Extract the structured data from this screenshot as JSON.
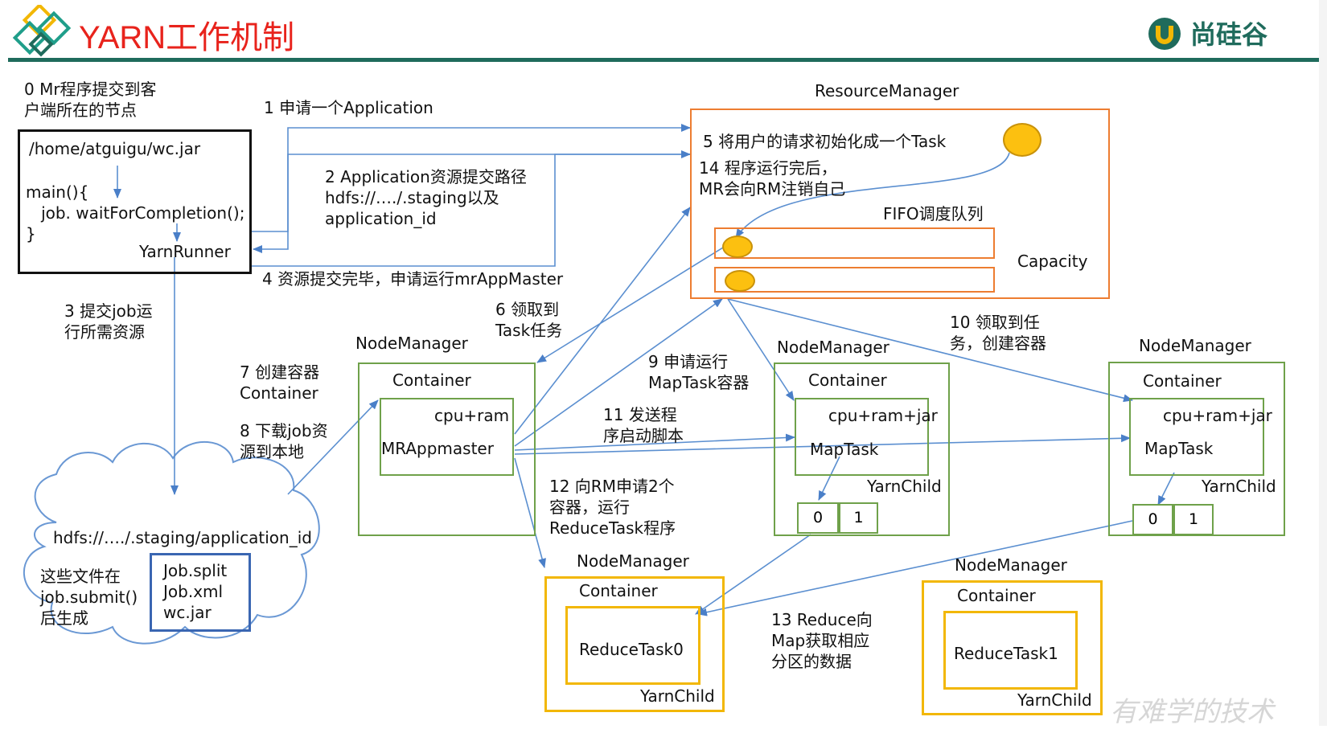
{
  "header": {
    "title": "YARN工作机制",
    "brand": "尚硅谷"
  },
  "client": {
    "note": "0 Mr程序提交到客\n户端所在的节点",
    "jar_path": "/home/atguigu/wc.jar",
    "code": "main(){\n   job. waitForCompletion();\n}",
    "runner": "YarnRunner"
  },
  "steps": {
    "s1": "1 申请一个Application",
    "s2": "2 Application资源提交路径\nhdfs://…./.staging以及\napplication_id",
    "s3": "3 提交job运\n行所需资源",
    "s4": "4 资源提交完毕，申请运行mrAppMaster",
    "s5": "5 将用户的请求初始化成一个Task",
    "s6": "6 领取到\nTask任务",
    "s7": "7 创建容器\nContainer",
    "s8": "8 下载job资\n源到本地",
    "s9": "9 申请运行\nMapTask容器",
    "s10": "10 领取到任\n务，创建容器",
    "s11": "11 发送程\n序启动脚本",
    "s12": "12 向RM申请2个\n容器，运行\nReduceTask程序",
    "s13": "13 Reduce向\nMap获取相应\n分区的数据",
    "s14": "14 程序运行完后，\nMR会向RM注销自己"
  },
  "resource_manager": {
    "label": "ResourceManager",
    "queue": "FIFO调度队列",
    "capacity": "Capacity"
  },
  "hdfs": {
    "path": "hdfs://…./.staging/application_id",
    "note": "这些文件在\njob.submit()\n后生成",
    "files": "Job.split\nJob.xml\nwc.jar"
  },
  "nodes": {
    "nm_label": "NodeManager",
    "container": "Container",
    "am_resources": "cpu+ram",
    "am_task": "MRAppmaster",
    "map_resources": "cpu+ram+jar",
    "map_task": "MapTask",
    "yarn_child": "YarnChild",
    "partition0": "0",
    "partition1": "1",
    "reduce0": "ReduceTask0",
    "reduce1": "ReduceTask1"
  },
  "watermark": "有难学的技术",
  "colors": {
    "title": "#e8231c",
    "brand": "#1f6b5c",
    "arrow": "#5b8fd0",
    "node_green": "#6fa14a",
    "rm_orange": "#ed7d31",
    "reduce_yellow": "#f2b705",
    "token": "#fcc010"
  }
}
